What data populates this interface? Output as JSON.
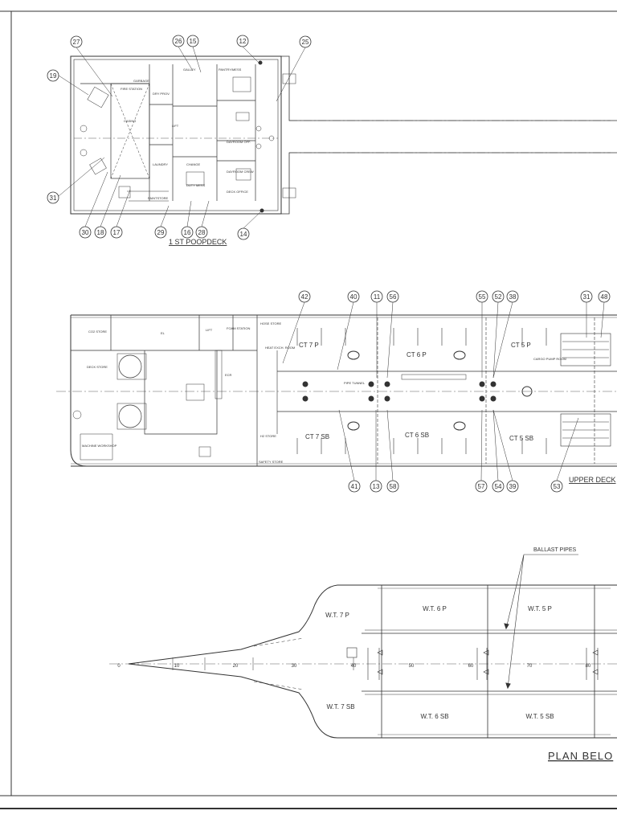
{
  "sheet": {
    "title_poopdeck": "1 ST POOPDECK",
    "title_upperdeck": "UPPER DECK",
    "title_plan_below": "PLAN BELO",
    "ballast_note": "BALLAST PIPES"
  },
  "poopdeck": {
    "callouts_top": [
      "27",
      "26",
      "15",
      "12",
      "25"
    ],
    "callouts_left": [
      "19",
      "31"
    ],
    "callouts_bottom": [
      "30",
      "18",
      "17",
      "29",
      "16",
      "28",
      "14"
    ],
    "rooms": [
      "GARBAGE",
      "FIRE STATION",
      "GALLEY",
      "PANTRY/MESS",
      "DRY PROV.",
      "CASING",
      "LIFT",
      "LAUNDRY",
      "CHANGE",
      "DUTY MESS",
      "DAYROOM OFF.",
      "DAYROOM CREW",
      "DECK OFFICE",
      "PAINTSTORE"
    ]
  },
  "upperdeck": {
    "callouts_top": [
      "42",
      "40",
      "11",
      "56",
      "55",
      "52",
      "38",
      "31",
      "48"
    ],
    "callouts_bottom": [
      "41",
      "13",
      "58",
      "57",
      "54",
      "39",
      "53"
    ],
    "rooms": [
      "CO2 STORE",
      "DECK STORE",
      "FOAM STATION",
      "HOSE STORE",
      "HEAT EXCH. ROOM",
      "PIPE TUNNEL",
      "H2 STORE",
      "SAFETY STORE",
      "MACHINE WORKSHOP",
      "CARGO PUMP ROOM",
      "LIFT",
      "EL",
      "ECR"
    ],
    "tanks": [
      "CT 7 P",
      "CT 6 P",
      "CT 5 P",
      "CT 7 SB",
      "CT 6 SB",
      "CT 5 SB"
    ]
  },
  "plan_below": {
    "tanks": [
      "W.T. 7 P",
      "W.T. 6 P",
      "W.T. 5 P",
      "W.T. 7 SB",
      "W.T. 6 SB",
      "W.T. 5 SB"
    ],
    "frames": [
      "0",
      "10",
      "20",
      "30",
      "40",
      "50",
      "60",
      "70",
      "80"
    ]
  }
}
